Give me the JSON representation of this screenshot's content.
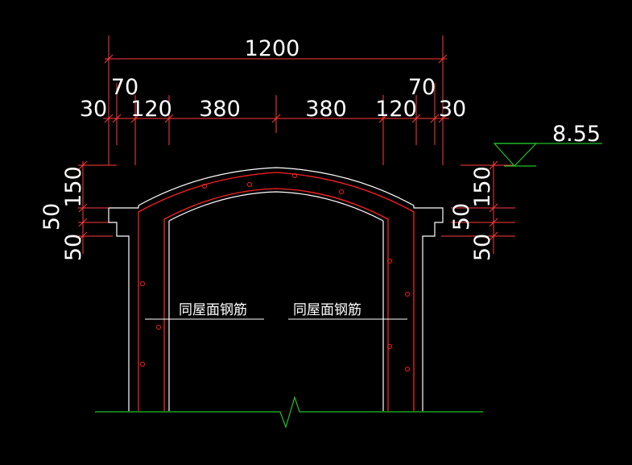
{
  "drawing": {
    "overall_width": "1200",
    "segments": {
      "left_30": "30",
      "left_70": "70",
      "left_120": "120",
      "left_380": "380",
      "right_380": "380",
      "right_120": "120",
      "right_70": "70",
      "right_30": "30"
    },
    "left_vertical": {
      "d150": "150",
      "d50a": "50",
      "d50b": "50"
    },
    "right_vertical": {
      "d150": "150",
      "d50a": "50",
      "d50b": "50"
    },
    "elevation": "8.55",
    "note_left": "同屋面钢筋",
    "note_right": "同屋面钢筋"
  },
  "colors": {
    "background": "#000000",
    "dimension": "#ff3b3b",
    "outline": "#ffffff",
    "rebar": "#ff2020",
    "ground": "#22c02a",
    "elevation_mark": "#22c02a"
  }
}
